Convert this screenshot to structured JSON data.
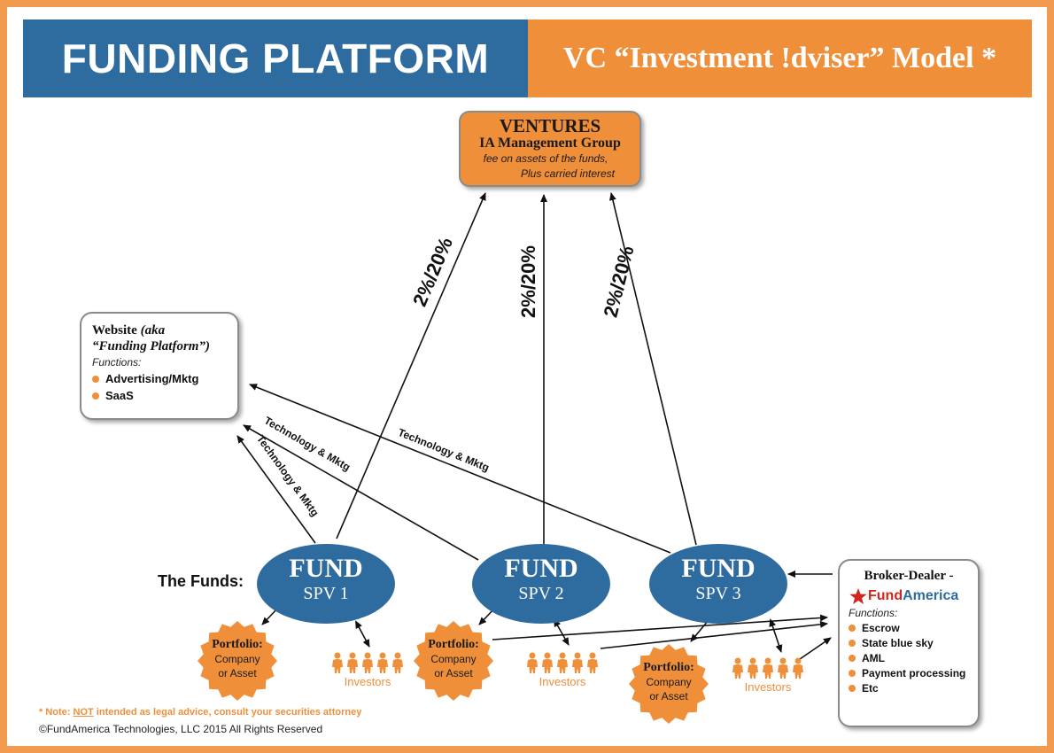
{
  "header": {
    "title_left": "FUNDING PLATFORM",
    "title_right": "VC “Investment !dviser” Model *"
  },
  "ventures": {
    "title": "VENTURES",
    "subtitle": "IA Management Group",
    "line1": "fee on assets of the funds,",
    "line2": "Plus carried interest"
  },
  "website": {
    "title_a": "Website ",
    "title_b": "(aka",
    "title_c": "“Funding Platform”)",
    "functions_label": "Functions:",
    "items": [
      "Advertising/Mktg",
      "SaaS"
    ]
  },
  "funds_label": "The Funds:",
  "funds": [
    {
      "title": "FUND",
      "sub": "SPV 1"
    },
    {
      "title": "FUND",
      "sub": "SPV 2"
    },
    {
      "title": "FUND",
      "sub": "SPV 3"
    }
  ],
  "portfolio": {
    "title": "Portfolio:",
    "line1": "Company",
    "line2": "or Asset"
  },
  "investors_label": "Investors",
  "fee_label": "2%/20%",
  "tech_label": "Technology & Mktg",
  "broker": {
    "title": "Broker-Dealer -",
    "brand_a": "Fund",
    "brand_b": "America",
    "functions_label": "Functions:",
    "items": [
      "Escrow",
      "State blue sky",
      "AML",
      "Payment processing",
      "Etc"
    ]
  },
  "footer": {
    "note_prefix": "* Note: ",
    "note_not": "NOT",
    "note_suffix": " intended as legal advice, consult your securities attorney",
    "copyright": "©FundAmerica Technologies, LLC  2015 All Rights Reserved"
  },
  "colors": {
    "blue": "#2e6b9e",
    "orange": "#ef8f3a",
    "frame": "#f29a4e"
  }
}
